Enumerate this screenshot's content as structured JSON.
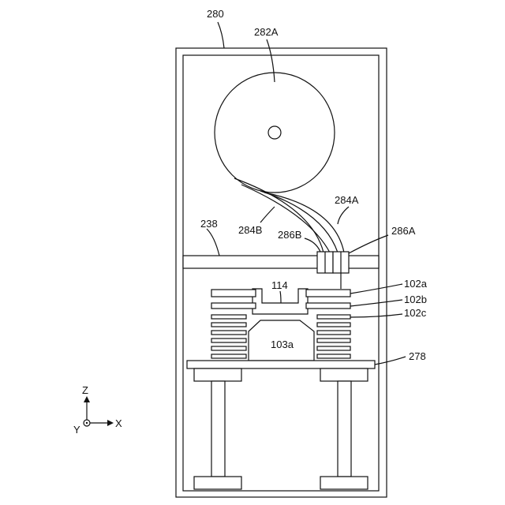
{
  "labels": {
    "housing": "280",
    "reel": "282A",
    "strip_right": "284A",
    "strip_left": "284B",
    "plate": "238",
    "guide_left": "286B",
    "guide_right": "286A",
    "center_block": "114",
    "layer_a": "102a",
    "layer_b": "102b",
    "layer_c": "102c",
    "lower_block": "103a",
    "base_plate": "278"
  },
  "axes": {
    "z": "Z",
    "y": "Y",
    "x": "X"
  }
}
